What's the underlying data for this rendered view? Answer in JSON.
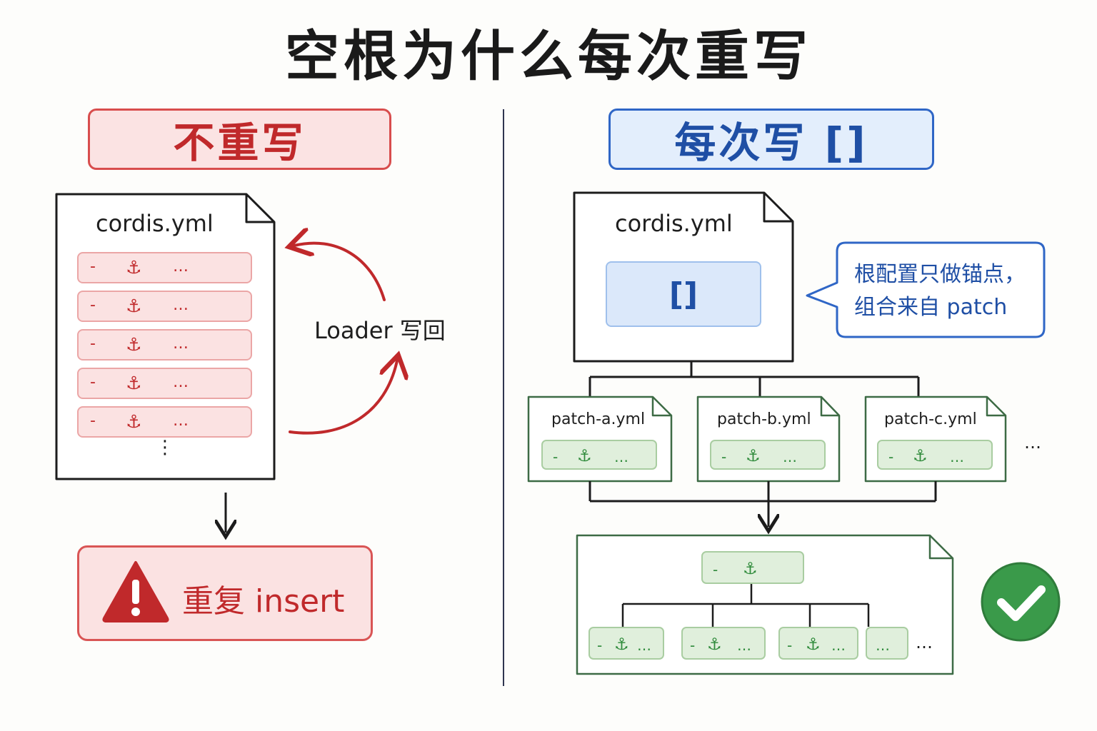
{
  "title": "空根为什么每次重写",
  "left": {
    "header": "不重写",
    "file_name": "cordis.yml",
    "row": {
      "dash": "-",
      "anchor": "⚓",
      "ellipsis": "…"
    },
    "vertical_dots": "⋮",
    "loader_label": "Loader 写回",
    "warning_label": "重复 insert",
    "warning_icon": "warning-triangle",
    "accent": "#c0292b"
  },
  "right": {
    "header": "每次写 []",
    "file_name": "cordis.yml",
    "empty_root": "[]",
    "callout": {
      "line1": "根配置只做锚点，",
      "line2": "组合来自 patch"
    },
    "patches": [
      {
        "name": "patch-a.yml"
      },
      {
        "name": "patch-b.yml"
      },
      {
        "name": "patch-c.yml"
      }
    ],
    "patches_more": "…",
    "row": {
      "dash": "-",
      "anchor": "⚓",
      "ellipsis": "…"
    },
    "result_more": "…",
    "success_icon": "check-circle",
    "accent": "#1f4fa5",
    "green": "#2e8a3a"
  }
}
